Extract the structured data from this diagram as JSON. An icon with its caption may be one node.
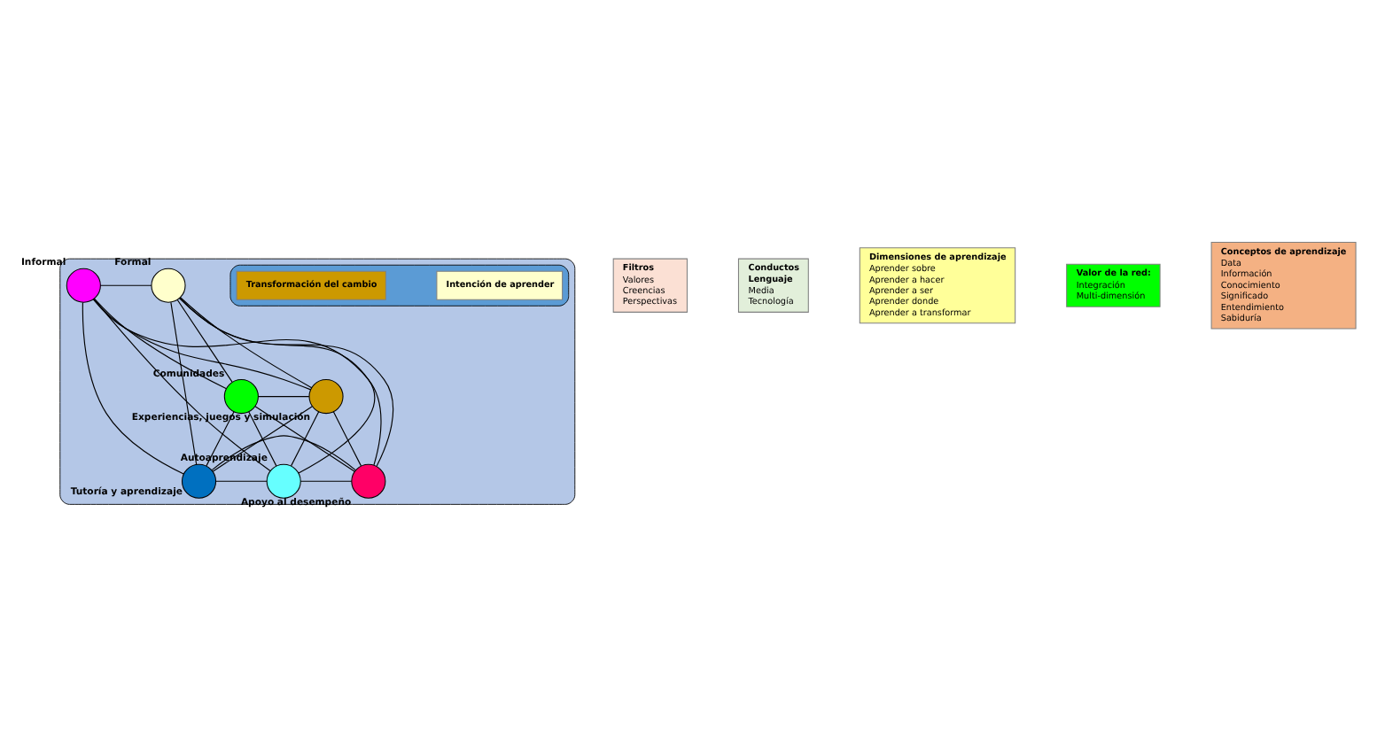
{
  "diagram": {
    "nodes": [
      {
        "text": [],
        "shape": "ellipse"
      },
      {
        "text": [
          "Filtros",
          "Valores",
          "Creencias",
          "Perspectivas"
        ]
      },
      {
        "text": [
          "Conductos",
          "Lenguaje",
          "Media",
          "Tecnología"
        ]
      },
      {
        "text": [],
        "shape": "circle",
        "beside": [
          "Informal"
        ],
        "in": 0
      },
      {
        "text": [],
        "shape": "circle",
        "beside": [
          "Formal"
        ],
        "in": 0
      },
      {
        "text": [],
        "shape": "circle",
        "beside": [
          "Comunidades"
        ],
        "in": 0
      },
      {
        "text": [],
        "shape": "circle",
        "beside": [
          "Experiencias, juegos y simulación"
        ],
        "in": 0
      },
      {
        "text": [],
        "shape": "ellipse",
        "in": 0
      },
      {
        "text": [
          "Intención de aprender"
        ],
        "in": 7
      },
      {
        "text": [
          "Transformación del cambio"
        ],
        "in": 7
      },
      {
        "text": [],
        "shape": "circle",
        "beside": [
          "Autoaprendizaje"
        ],
        "in": 0
      },
      {
        "text": [],
        "shape": "circle",
        "beside": [
          "Apoyo al desempeño"
        ],
        "in": 0
      },
      {
        "text": [],
        "shape": "circle",
        "beside": [
          "Tutoría y aprendizaje"
        ],
        "in": 0
      },
      {
        "text": [
          "Dimensiones de aprendizaje",
          "Aprender sobre",
          "Aprender a hacer",
          "Aprender a ser",
          "Aprender donde",
          "Aprender a transformar"
        ]
      },
      {
        "text": [
          "Valor de la red:",
          "Integración",
          "Multi-dimensión"
        ]
      },
      {
        "text": [
          "Conceptos de aprendizaje",
          "Data",
          "Información",
          "Conocimiento",
          "Significado",
          "Entendimiento",
          "Sabiduría"
        ]
      }
    ],
    "edges": [
      {
        "from": 3,
        "to": 4,
        "arrow": "none"
      },
      {
        "from": 3,
        "to": 5,
        "arrow": "none"
      },
      {
        "from": 3,
        "to": 6,
        "arrow": "none"
      },
      {
        "from": 3,
        "to": 10,
        "arrow": "none"
      },
      {
        "from": 3,
        "to": 11,
        "arrow": "none"
      },
      {
        "from": 3,
        "to": 12,
        "arrow": "none"
      },
      {
        "from": 4,
        "to": 5,
        "arrow": "none"
      },
      {
        "from": 4,
        "to": 6,
        "arrow": "none"
      },
      {
        "from": 4,
        "to": 10,
        "arrow": "none"
      },
      {
        "from": 4,
        "to": 11,
        "arrow": "none"
      },
      {
        "from": 4,
        "to": 12,
        "arrow": "none"
      },
      {
        "from": 5,
        "to": 6,
        "arrow": "none"
      },
      {
        "from": 5,
        "to": 10,
        "arrow": "none"
      },
      {
        "from": 5,
        "to": 11,
        "arrow": "none"
      },
      {
        "from": 5,
        "to": 12,
        "arrow": "none"
      },
      {
        "from": 6,
        "to": 10,
        "arrow": "none"
      },
      {
        "from": 6,
        "to": 11,
        "arrow": "none"
      },
      {
        "from": 6,
        "to": 12,
        "arrow": "none"
      },
      {
        "from": 10,
        "to": 11,
        "arrow": "none"
      },
      {
        "from": 10,
        "to": 12,
        "arrow": "none"
      },
      {
        "from": 11,
        "to": 12,
        "arrow": "none"
      }
    ]
  }
}
